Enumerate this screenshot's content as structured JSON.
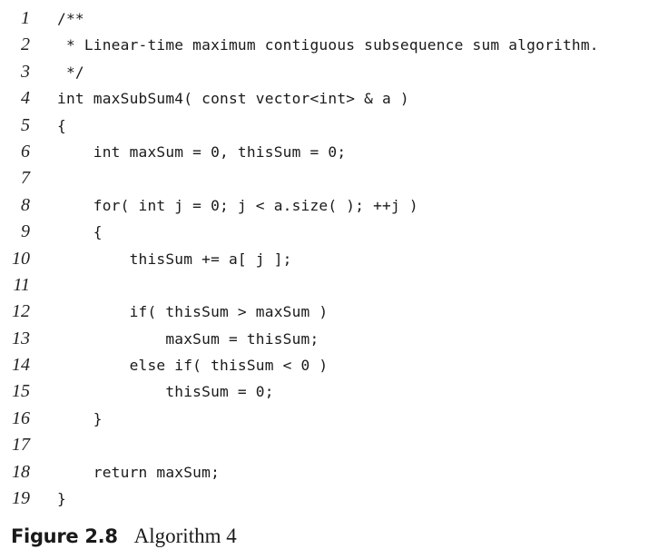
{
  "listing": {
    "lines": [
      {
        "number": "1",
        "code": "/**"
      },
      {
        "number": "2",
        "code": " * Linear-time maximum contiguous subsequence sum algorithm."
      },
      {
        "number": "3",
        "code": " */"
      },
      {
        "number": "4",
        "code": "int maxSubSum4( const vector<int> & a )"
      },
      {
        "number": "5",
        "code": "{"
      },
      {
        "number": "6",
        "code": "    int maxSum = 0, thisSum = 0;"
      },
      {
        "number": "7",
        "code": ""
      },
      {
        "number": "8",
        "code": "    for( int j = 0; j < a.size( ); ++j )"
      },
      {
        "number": "9",
        "code": "    {"
      },
      {
        "number": "10",
        "code": "        thisSum += a[ j ];"
      },
      {
        "number": "11",
        "code": ""
      },
      {
        "number": "12",
        "code": "        if( thisSum > maxSum )"
      },
      {
        "number": "13",
        "code": "            maxSum = thisSum;"
      },
      {
        "number": "14",
        "code": "        else if( thisSum < 0 )"
      },
      {
        "number": "15",
        "code": "            thisSum = 0;"
      },
      {
        "number": "16",
        "code": "    }"
      },
      {
        "number": "17",
        "code": ""
      },
      {
        "number": "18",
        "code": "    return maxSum;"
      },
      {
        "number": "19",
        "code": "}"
      }
    ]
  },
  "caption": {
    "label": "Figure 2.8",
    "text": "Algorithm 4"
  }
}
